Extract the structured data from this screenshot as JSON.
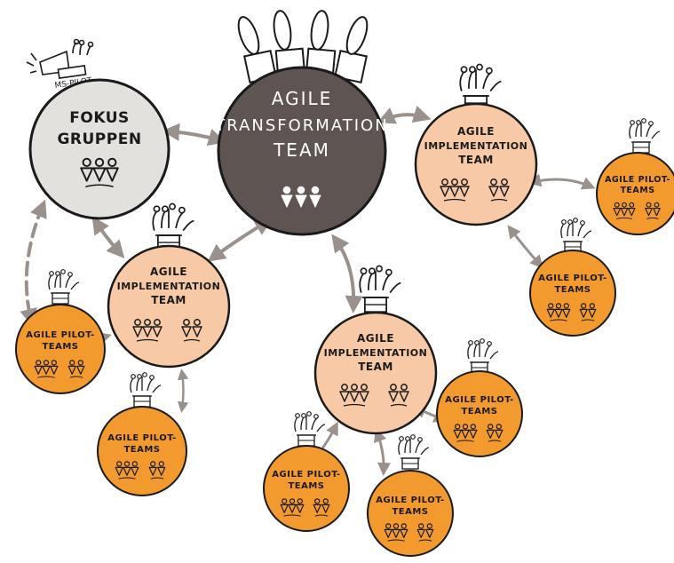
{
  "center": {
    "line1": "AGILE",
    "line2": "TRANSFORMATION",
    "line3": "TEAM"
  },
  "focus": {
    "line1": "FOKUS",
    "line2": "GRUPPEN",
    "tag": "MS-PILOT"
  },
  "impl": {
    "line1": "AGILE",
    "line2": "IMPLEMENTATION",
    "line3": "TEAM"
  },
  "pilot": {
    "line1": "AGILE PILOT-",
    "line2": "TEAMS"
  },
  "colors": {
    "center_fill": "#5e5452",
    "focus_fill": "#e3e1de",
    "impl_fill": "#f7c9a7",
    "pilot_fill": "#f39a2f",
    "arrow": "#9a918d",
    "ink": "#1a1a1a"
  }
}
